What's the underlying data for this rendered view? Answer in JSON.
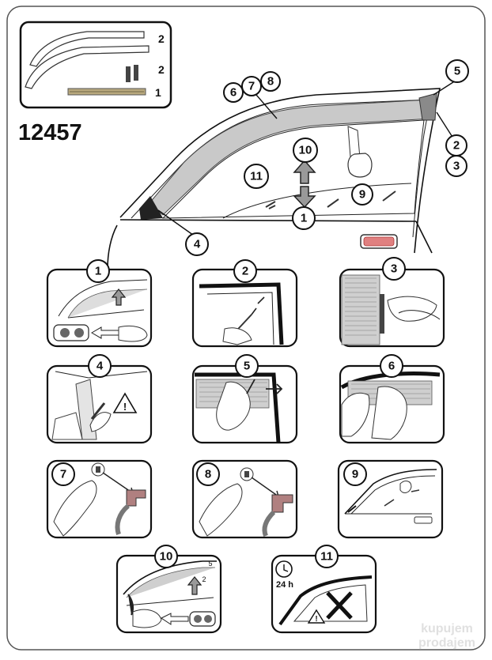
{
  "product_code": "12457",
  "parts_legend": [
    {
      "qty": "2"
    },
    {
      "qty": "2"
    },
    {
      "qty": "1"
    }
  ],
  "callouts": {
    "c5": "5",
    "c678_a": "6",
    "c678_b": "7",
    "c678_c": "8",
    "c2": "2",
    "c3": "3",
    "c10": "10",
    "c11": "11",
    "c9": "9",
    "c1": "1",
    "c4": "4"
  },
  "steps": [
    {
      "num": "1"
    },
    {
      "num": "2"
    },
    {
      "num": "3"
    },
    {
      "num": "4"
    },
    {
      "num": "5"
    },
    {
      "num": "6"
    },
    {
      "num": "7"
    },
    {
      "num": "8"
    },
    {
      "num": "9"
    },
    {
      "num": "10"
    },
    {
      "num": "11"
    }
  ],
  "step11_timer": "24 h",
  "watermark": {
    "line1": "kupujem",
    "line2": "prodajem"
  },
  "colors": {
    "ink": "#111111",
    "shade": "#c9c9c9",
    "strip": "#b9a97e",
    "badge_bg": "#ffffff"
  }
}
